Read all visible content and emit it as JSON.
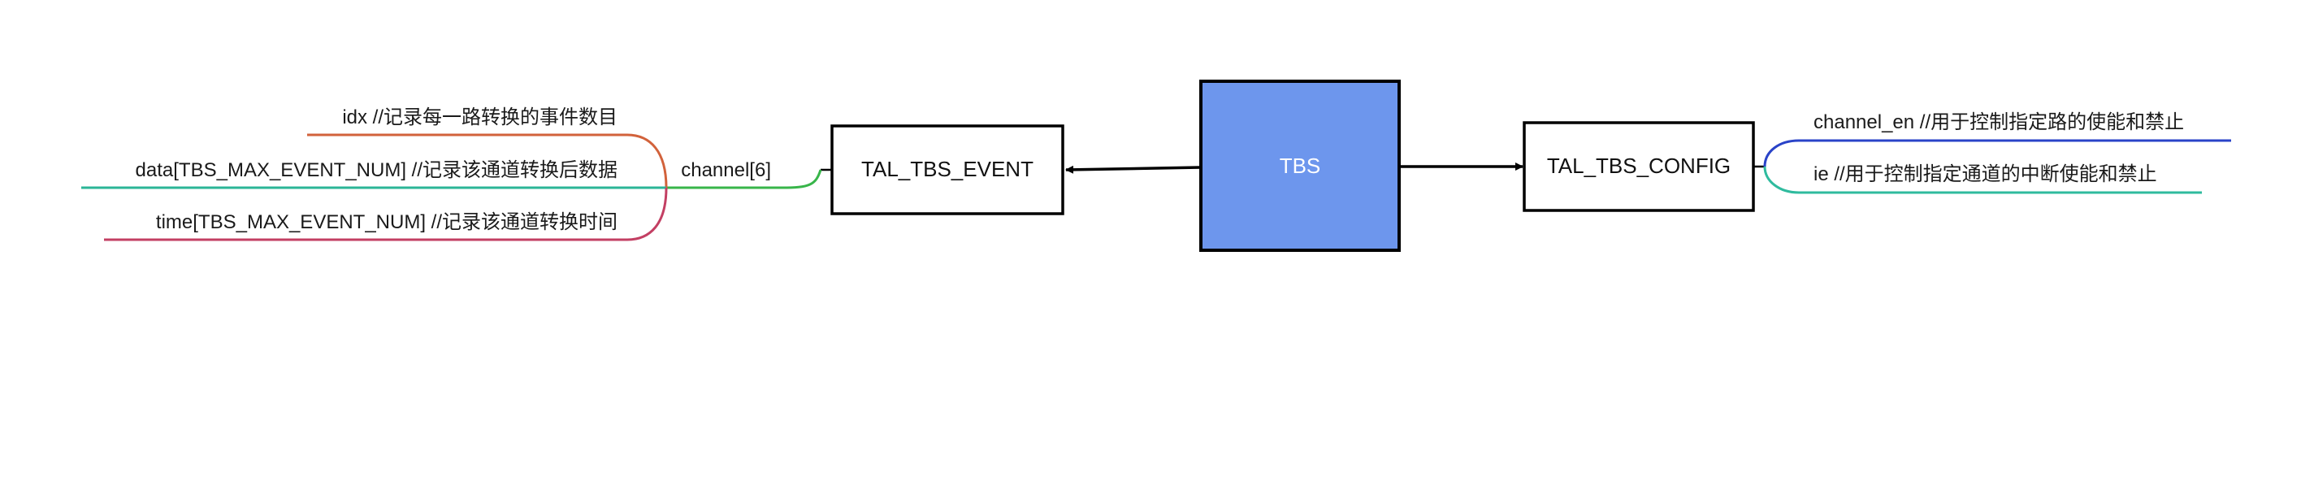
{
  "colors": {
    "tbs_fill": "#6d96ed",
    "tbs_text": "#ffffff",
    "box_stroke": "#000000",
    "branch_orange": "#d2623b",
    "branch_teal": "#2bb597",
    "branch_crimson": "#c33f63",
    "branch_green": "#38b54a",
    "branch_blue": "#2a43c8",
    "branch_teal_right": "#2fbb9e"
  },
  "nodes": {
    "tbs": {
      "label": "TBS"
    },
    "event": {
      "label": "TAL_TBS_EVENT"
    },
    "config": {
      "label": "TAL_TBS_CONFIG"
    }
  },
  "event_branch": {
    "channel": "channel[6]",
    "fields": [
      "idx //记录每一路转换的事件数目",
      "data[TBS_MAX_EVENT_NUM] //记录该通道转换后数据",
      "time[TBS_MAX_EVENT_NUM] //记录该通道转换时间"
    ]
  },
  "config_branch": {
    "fields": [
      "channel_en //用于控制指定路的使能和禁止",
      "ie //用于控制指定通道的中断使能和禁止"
    ]
  }
}
